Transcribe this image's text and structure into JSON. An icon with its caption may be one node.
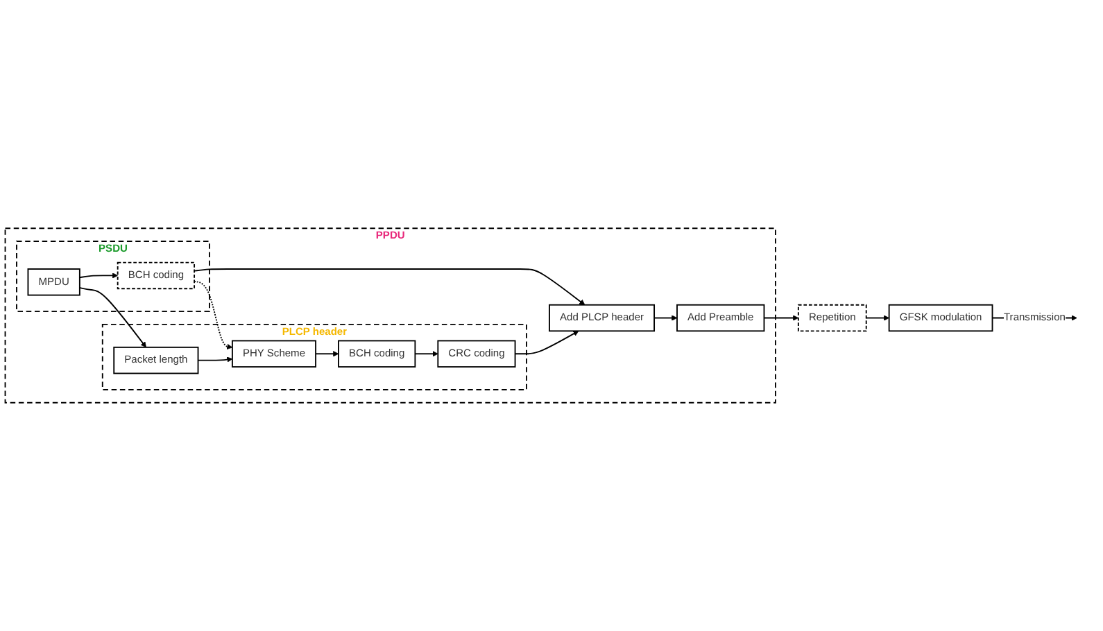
{
  "diagram": {
    "nodes": [
      {
        "text": [
          "PPDU"
        ]
      },
      {
        "text": [
          "PLCP header"
        ],
        "in": 0
      },
      {
        "text": [
          "Packet length"
        ],
        "in": 1
      },
      {
        "text": [
          "PHY Scheme"
        ],
        "in": 1
      },
      {
        "text": [
          "BCH coding"
        ],
        "in": 1
      },
      {
        "text": [
          "CRC coding"
        ],
        "in": 1
      },
      {
        "text": [
          "PSDU"
        ],
        "in": 0
      },
      {
        "text": [
          "MPDU"
        ],
        "in": 6
      },
      {
        "text": [
          "BCH coding"
        ],
        "in": 6
      },
      {
        "text": [
          "Add PLCP header"
        ],
        "in": 0
      },
      {
        "text": [
          "Add Preamble"
        ],
        "in": 0
      },
      {
        "text": [
          "Repetition"
        ]
      },
      {
        "text": [
          "GFSK modulation"
        ]
      }
    ],
    "edges": [
      {
        "from": 2,
        "to": 3,
        "arrow": "to"
      },
      {
        "from": 3,
        "to": 4,
        "arrow": "to"
      },
      {
        "from": 4,
        "to": 5,
        "arrow": "to"
      },
      {
        "from": 7,
        "to": 2,
        "arrow": "to"
      },
      {
        "from": 8,
        "to": 3,
        "arrow": "to",
        "style": "dashed"
      },
      {
        "from": 7,
        "to": 8,
        "arrow": "to"
      },
      {
        "from": 8,
        "to": 9,
        "arrow": "to"
      },
      {
        "from": 5,
        "to": 9,
        "arrow": "to"
      },
      {
        "from": 9,
        "to": 10,
        "arrow": "to"
      },
      {
        "from": 10,
        "to": 11,
        "arrow": "to"
      },
      {
        "from": 11,
        "to": 12,
        "arrow": "to"
      },
      {
        "from": 12,
        "to": null,
        "arrow": "to",
        "label": "Transmission"
      }
    ]
  }
}
